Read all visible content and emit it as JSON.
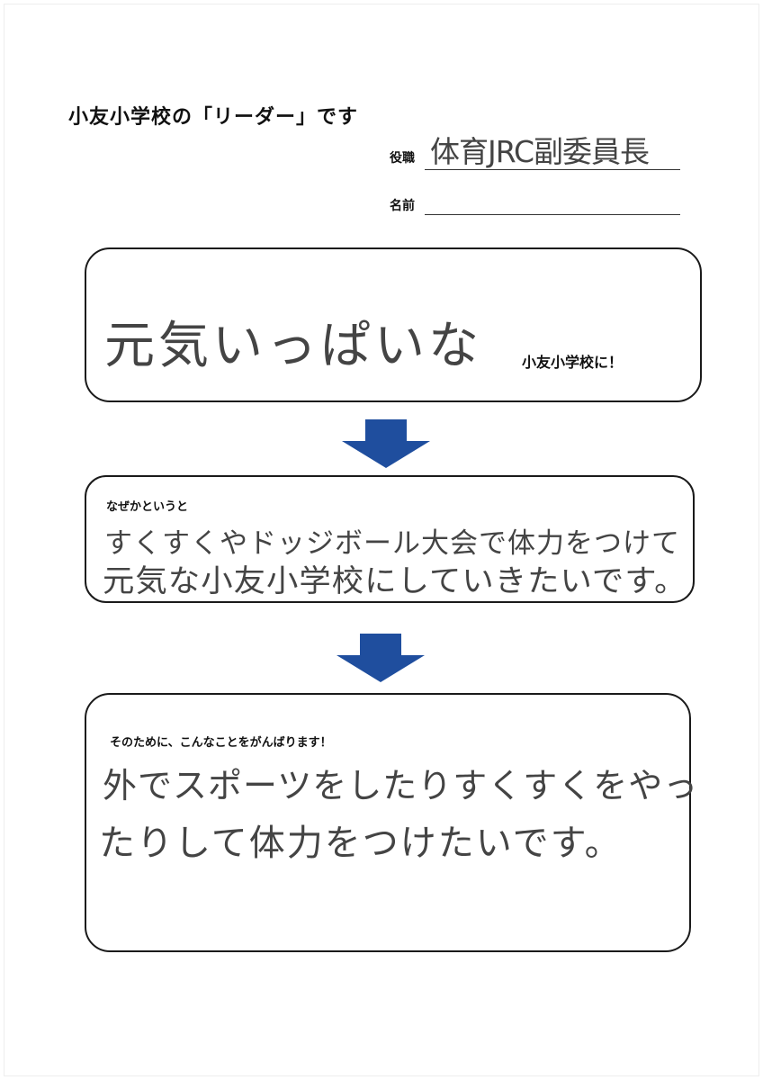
{
  "heading": "小友小学校の「リーダー」です",
  "role": {
    "label": "役職",
    "value": "体育JRC副委員長"
  },
  "name": {
    "label": "名前",
    "value": ""
  },
  "goal": {
    "handwritten": "元気いっぱいな",
    "suffix": "小友小学校に！"
  },
  "reason": {
    "prompt": "なぜかというと",
    "line1": "すくすくやドッジボール大会で体力をつけて",
    "line2": "元気な小友小学校にしていきたいです。"
  },
  "plan": {
    "prompt": "そのために、こんなことをがんばります！",
    "line1": "外でスポーツをしたりすくすくをやっ",
    "line2": "たりして体力をつけたいです。"
  },
  "colors": {
    "arrow": "#1f4e9e",
    "border": "#1a1a1a",
    "pencil": "#444444"
  }
}
